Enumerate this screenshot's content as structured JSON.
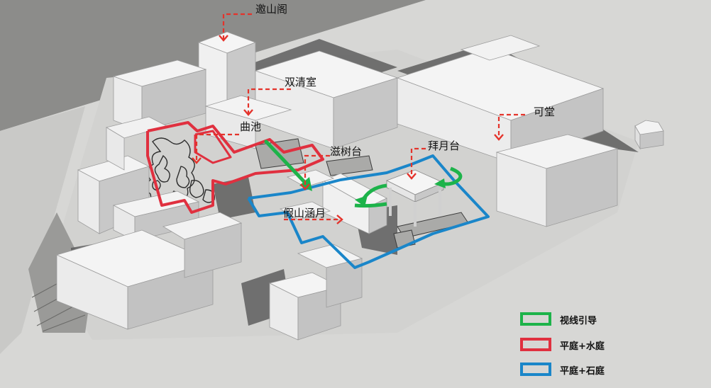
{
  "colors": {
    "background": "#8c8c8a",
    "ground": "#d7d7d5",
    "building_light": "#f3f3f3",
    "building_shade": "#bdbdbd",
    "shadow": "#5e5e5e",
    "water_red": "#e0303f",
    "stone_blue": "#1a86c9",
    "sightline_green": "#1db34a",
    "pointer_red": "#e4332b"
  },
  "labels": {
    "yaoshan_ge": "邀山阁",
    "shuangqing_shi": "双清室",
    "ke_tang": "可堂",
    "qu_chi": "曲池",
    "zishu_tai": "滋树台",
    "baiyue_tai": "拜月台",
    "jiashan_hanyue": "假山涵月"
  },
  "legend": [
    {
      "label": "视线引导",
      "color": "#1db34a"
    },
    {
      "label": "平庭+水庭",
      "color": "#e0303f"
    },
    {
      "label": "平庭+石庭",
      "color": "#1a86c9"
    }
  ]
}
